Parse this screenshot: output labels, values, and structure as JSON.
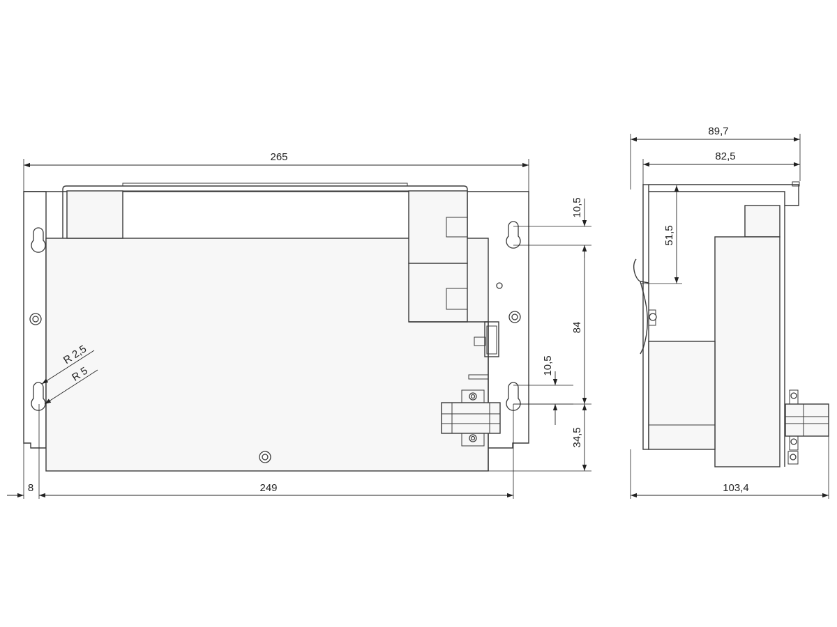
{
  "front_view": {
    "dimensions": {
      "overall_width": "265",
      "mount_pitch": "249",
      "edge_offset": "8",
      "top_hole_offset": "10,5",
      "hole_spacing": "84",
      "slot_length": "10,5",
      "bottom_offset": "34,5",
      "small_radius": "R 2,5",
      "large_radius": "R 5"
    }
  },
  "side_view": {
    "dimensions": {
      "overall_depth": "89,7",
      "body_depth": "82,5",
      "top_section": "51,5",
      "total_width": "103,4"
    }
  }
}
